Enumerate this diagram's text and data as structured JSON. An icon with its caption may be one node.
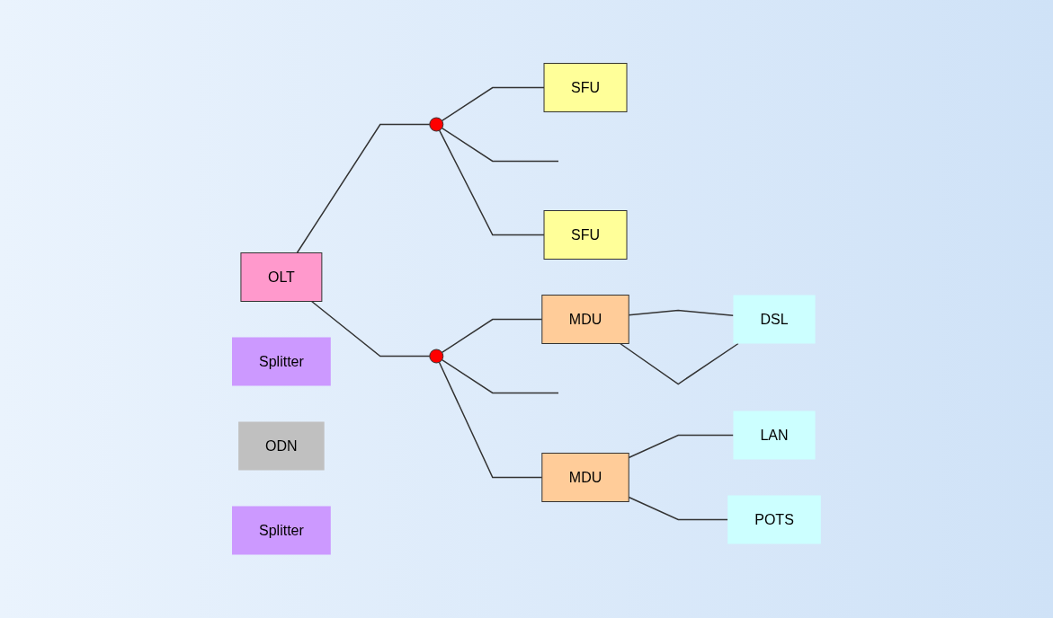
{
  "diagram": {
    "nodes": [
      {
        "text": [
          "Splitter"
        ]
      },
      {
        "text": [
          "SFU"
        ]
      },
      {
        "text": [
          "OLT"
        ]
      },
      {
        "text": [],
        "shape": "circle"
      },
      {
        "text": [
          "SFU"
        ]
      },
      {
        "text": [
          "ODN"
        ]
      },
      {
        "text": [
          "MDU"
        ]
      },
      {
        "text": [
          "DSL"
        ]
      },
      {
        "text": [],
        "shape": "circle"
      },
      {
        "text": [
          "Splitter"
        ]
      },
      {
        "text": [
          "MDU"
        ]
      },
      {
        "text": [
          "LAN"
        ]
      },
      {
        "text": [
          "POTS"
        ]
      }
    ],
    "edges": [
      {
        "from": 2,
        "to": 3,
        "arrow": "none"
      },
      {
        "from": 3,
        "to": 1,
        "arrow": "none"
      },
      {
        "from": 3,
        "to": null,
        "arrow": "none"
      },
      {
        "from": 3,
        "to": 4,
        "arrow": "none"
      },
      {
        "from": 2,
        "to": 8,
        "arrow": "none"
      },
      {
        "from": 8,
        "to": 6,
        "arrow": "none"
      },
      {
        "from": 8,
        "to": null,
        "arrow": "none"
      },
      {
        "from": 8,
        "to": 10,
        "arrow": "none"
      },
      {
        "from": 6,
        "to": 7,
        "arrow": "none"
      },
      {
        "from": 6,
        "to": 7,
        "arrow": "none"
      },
      {
        "from": 10,
        "to": 11,
        "arrow": "none"
      },
      {
        "from": 10,
        "to": 12,
        "arrow": "none"
      }
    ]
  }
}
